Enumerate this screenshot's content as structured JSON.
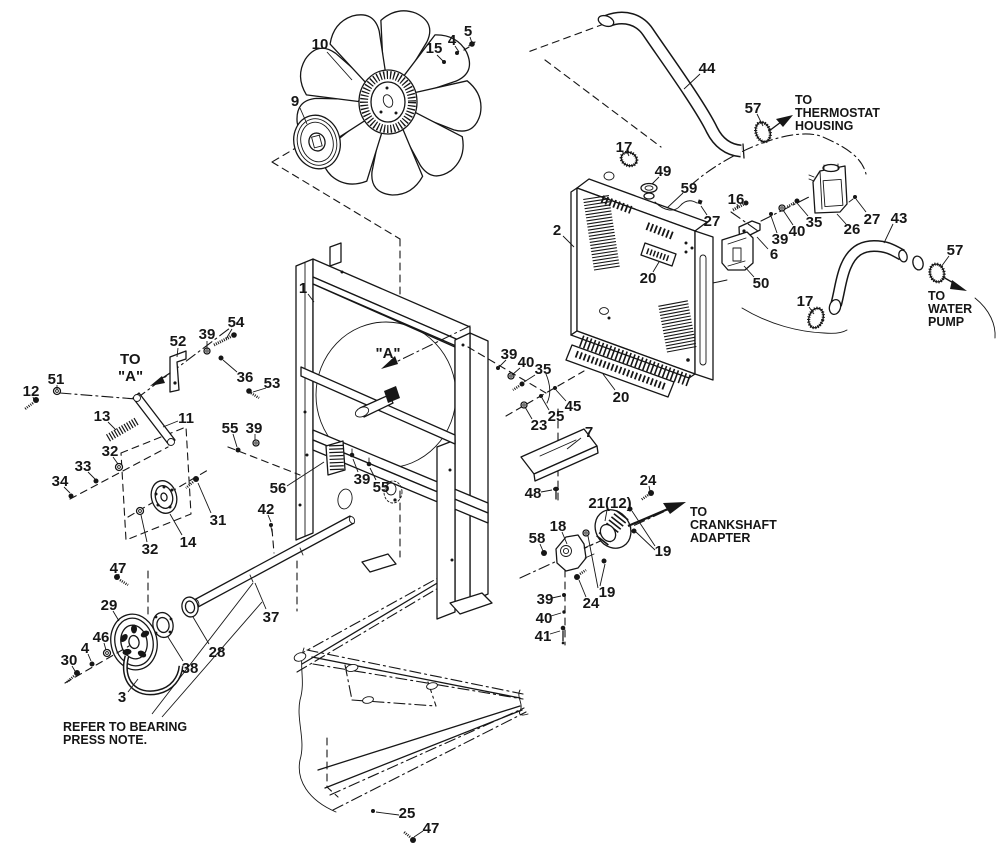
{
  "figure": {
    "kind": "exploded-parts-diagram",
    "subject": "Engine cooling system: fan, shroud, radiator, hoses, belt drive",
    "ink_color": "#161616",
    "paper_color": "#ffffff"
  },
  "callouts": {
    "c10": "10",
    "c15": "15",
    "c4a": "4",
    "c5": "5",
    "c9": "9",
    "c44": "44",
    "c57a": "57",
    "c17a": "17",
    "c49": "49",
    "c59": "59",
    "c27a": "27",
    "c16": "16",
    "c2": "2",
    "c39a": "39",
    "c40a": "40",
    "c35a": "35",
    "c26": "26",
    "c27b": "27",
    "c43": "43",
    "c57b": "57",
    "c6": "6",
    "c50": "50",
    "c17b": "17",
    "c20a": "20",
    "c20b": "20",
    "c1": "1",
    "c52": "52",
    "c39b": "39",
    "c54": "54",
    "c36": "36",
    "c53": "53",
    "c12": "12",
    "c51": "51",
    "c13": "13",
    "c11": "11",
    "c55a": "55",
    "c39c": "39",
    "c32a": "32",
    "c33": "33",
    "c34": "34",
    "c32b": "32",
    "c14": "14",
    "c31": "31",
    "c56": "56",
    "c42": "42",
    "c39d": "39",
    "c55b": "55",
    "c47a": "47",
    "c29": "29",
    "c46": "46",
    "c4b": "4",
    "c30": "30",
    "c3": "3",
    "c38": "38",
    "c28": "28",
    "c37": "37",
    "c39e": "39",
    "c40b": "40",
    "c35b": "35",
    "c45": "45",
    "c25a": "25",
    "c23": "23",
    "c7": "7",
    "c48": "48",
    "c21": "21(12)",
    "c24a": "24",
    "c19a": "19",
    "c18": "18",
    "c58": "58",
    "c19b": "19",
    "c24b": "24",
    "c39f": "39",
    "c40c": "40",
    "c41": "41",
    "c25b": "25",
    "c47b": "47"
  },
  "notes": {
    "to_thermostat": [
      "TO",
      "THERMOSTAT",
      "HOUSING"
    ],
    "to_water_pump": [
      "TO",
      "WATER",
      "PUMP"
    ],
    "to_crankshaft": [
      "TO",
      "CRANKSHAFT",
      "ADAPTER"
    ],
    "to_a": [
      "TO",
      "\"A\""
    ],
    "a_ref": "\"A\"",
    "bearing_note": [
      "REFER TO BEARING",
      "PRESS NOTE."
    ]
  }
}
